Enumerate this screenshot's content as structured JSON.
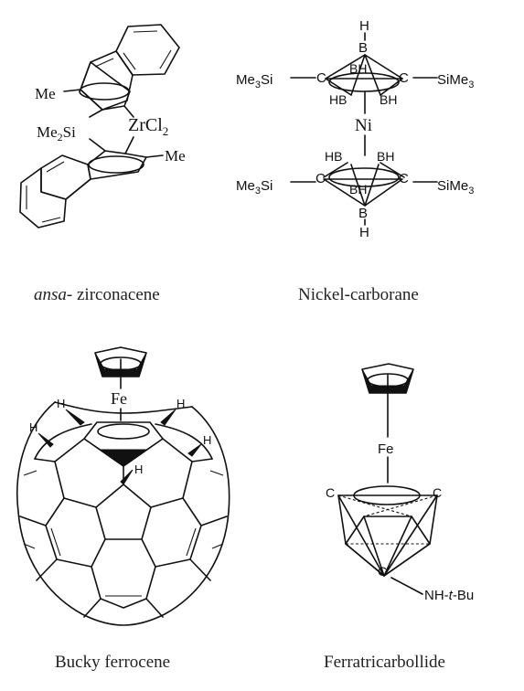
{
  "captions": {
    "ansa": {
      "prefix": "ansa-",
      "rest": " zirconacene"
    },
    "nickel": "Nickel-carborane",
    "bucky": "Bucky ferrocene",
    "ferra": "Ferratricarbollide"
  },
  "labels": {
    "zr_me_top": "Me",
    "zr_me2si_a": "Me",
    "zr_me2si_sub": "2",
    "zr_me2si_b": "Si",
    "zr_zrcl_a": "ZrCl",
    "zr_zrcl_sub": "2",
    "zr_me_bottom": "Me",
    "ni_h_top": "H",
    "ni_b_top": "B",
    "ni_bh_a": "BH",
    "ni_hb_a": "HB",
    "ni_bh_b": "BH",
    "ni_c_left_a": "C",
    "ni_c_right_a": "C",
    "ni_me3si_left_a_1": "Me",
    "ni_me3si_left_a_sub": "3",
    "ni_me3si_left_a_2": "Si",
    "ni_sime3_right_a_1": "SiMe",
    "ni_sime3_right_a_sub": "3",
    "ni_ni": "Ni",
    "ni_hb_c": "HB",
    "ni_bh_c": "BH",
    "ni_c_left_b": "C",
    "ni_c_right_b": "C",
    "ni_bh_d": "BH",
    "ni_me3si_left_b_1": "Me",
    "ni_me3si_left_b_sub": "3",
    "ni_me3si_left_b_2": "Si",
    "ni_sime3_right_b_1": "SiMe",
    "ni_sime3_right_b_sub": "3",
    "ni_b_bottom": "B",
    "ni_h_bottom": "H",
    "bf_fe": "Fe",
    "bf_h1": "H",
    "bf_h2": "H",
    "bf_h3": "H",
    "bf_h4": "H",
    "bf_h5": "H",
    "ft_fe": "Fe",
    "ft_c1": "C",
    "ft_c2": "C",
    "ft_c3": "C",
    "ft_nh_1": "NH-",
    "ft_nh_t": "t",
    "ft_nh_2": "-Bu"
  }
}
